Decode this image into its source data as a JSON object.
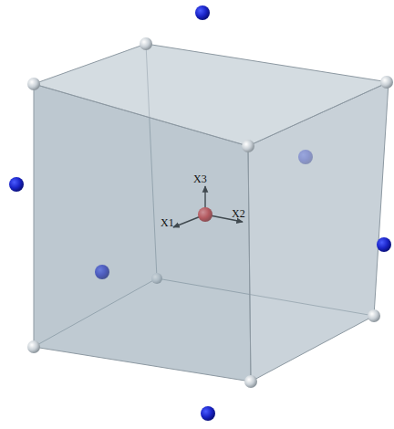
{
  "diagram": {
    "labels": [
      "X3",
      "X1",
      "X2"
    ]
  }
}
